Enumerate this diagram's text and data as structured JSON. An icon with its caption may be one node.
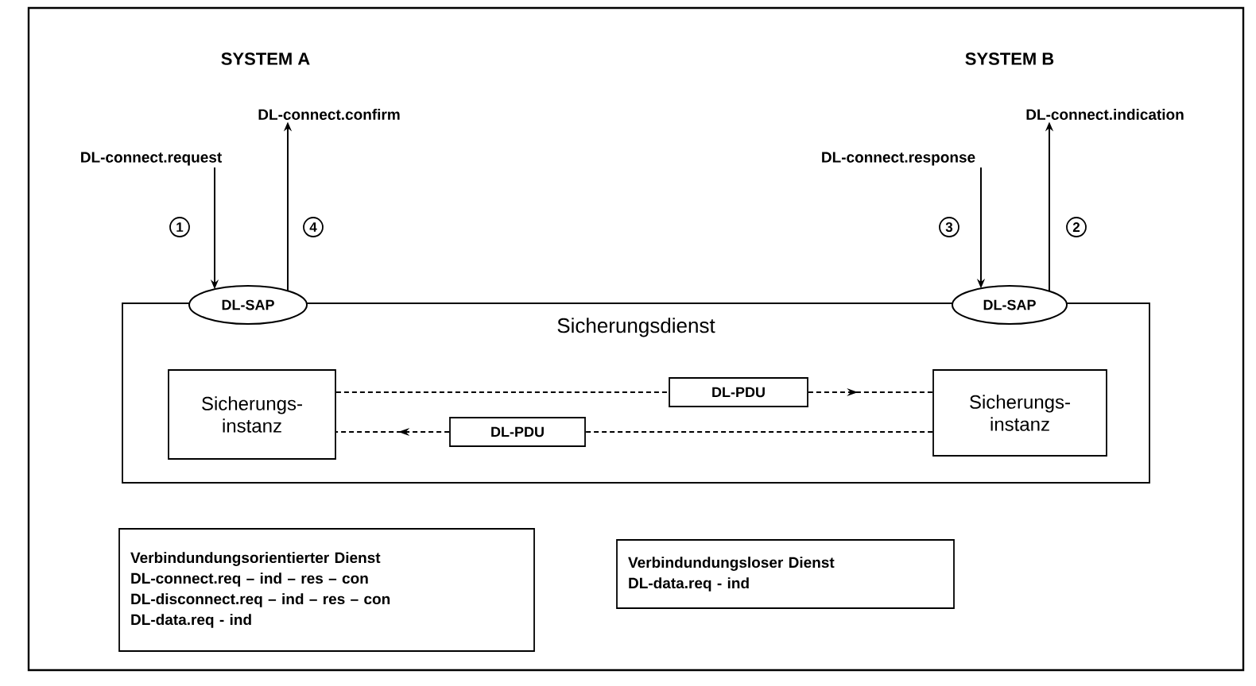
{
  "diagram": {
    "nodes": [
      {
        "text": [
          "Sicherungsdienst"
        ]
      },
      {
        "text": [
          "DL-SAP"
        ]
      },
      {
        "text": [
          "DL-SAP"
        ]
      },
      {
        "text": [
          "Sicherungs- instanz"
        ],
        "in": 0
      },
      {
        "text": [
          "Sicherungs- instanz"
        ],
        "in": 0
      },
      {
        "text": [
          "DL-PDU"
        ],
        "in": 0
      },
      {
        "text": [
          "DL-PDU"
        ],
        "in": 0
      },
      {
        "text": [
          "DL-connect.request"
        ]
      },
      {
        "text": [
          "DL-connect.confirm"
        ]
      },
      {
        "text": [
          "DL-connect.response"
        ]
      },
      {
        "text": [
          "DL-connect.indication"
        ]
      },
      {
        "text": [
          "Verbindundungsorientierter Dienst",
          "DL-connect.req – ind – res – con",
          "DL-disconnect.req – ind – res – con",
          "DL-data.req - ind"
        ]
      },
      {
        "text": [
          "Verbindundungsloser Dienst",
          "DL-data.req - ind"
        ]
      }
    ],
    "edges": [
      {
        "from": 7,
        "to": 1,
        "arrow": "to",
        "label": "1"
      },
      {
        "from": 1,
        "to": 8,
        "arrow": "to",
        "label": "4"
      },
      {
        "from": 9,
        "to": 2,
        "arrow": "to",
        "label": "3"
      },
      {
        "from": 2,
        "to": 10,
        "arrow": "to",
        "label": "2"
      },
      {
        "from": 3,
        "to": 5,
        "arrow": "none",
        "style": "dashed"
      },
      {
        "from": 5,
        "to": 4,
        "arrow": "to",
        "style": "dashed"
      },
      {
        "from": 4,
        "to": 6,
        "arrow": "none",
        "style": "dashed"
      },
      {
        "from": 6,
        "to": 3,
        "arrow": "to",
        "style": "dashed"
      }
    ],
    "labels": [
      "SYSTEM A",
      "SYSTEM B"
    ]
  }
}
